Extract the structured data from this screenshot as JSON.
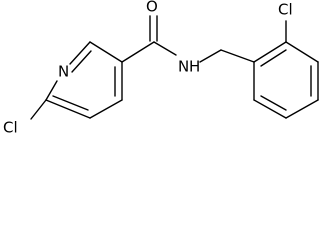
{
  "atoms": {
    "carbonyl_oxygen": "O",
    "amide_nitrogen": "N",
    "amide_hydrogen": "H",
    "ring_nitrogen": "N",
    "pyridine_chlorine": "Cl",
    "benzyl_chlorine": "Cl"
  }
}
